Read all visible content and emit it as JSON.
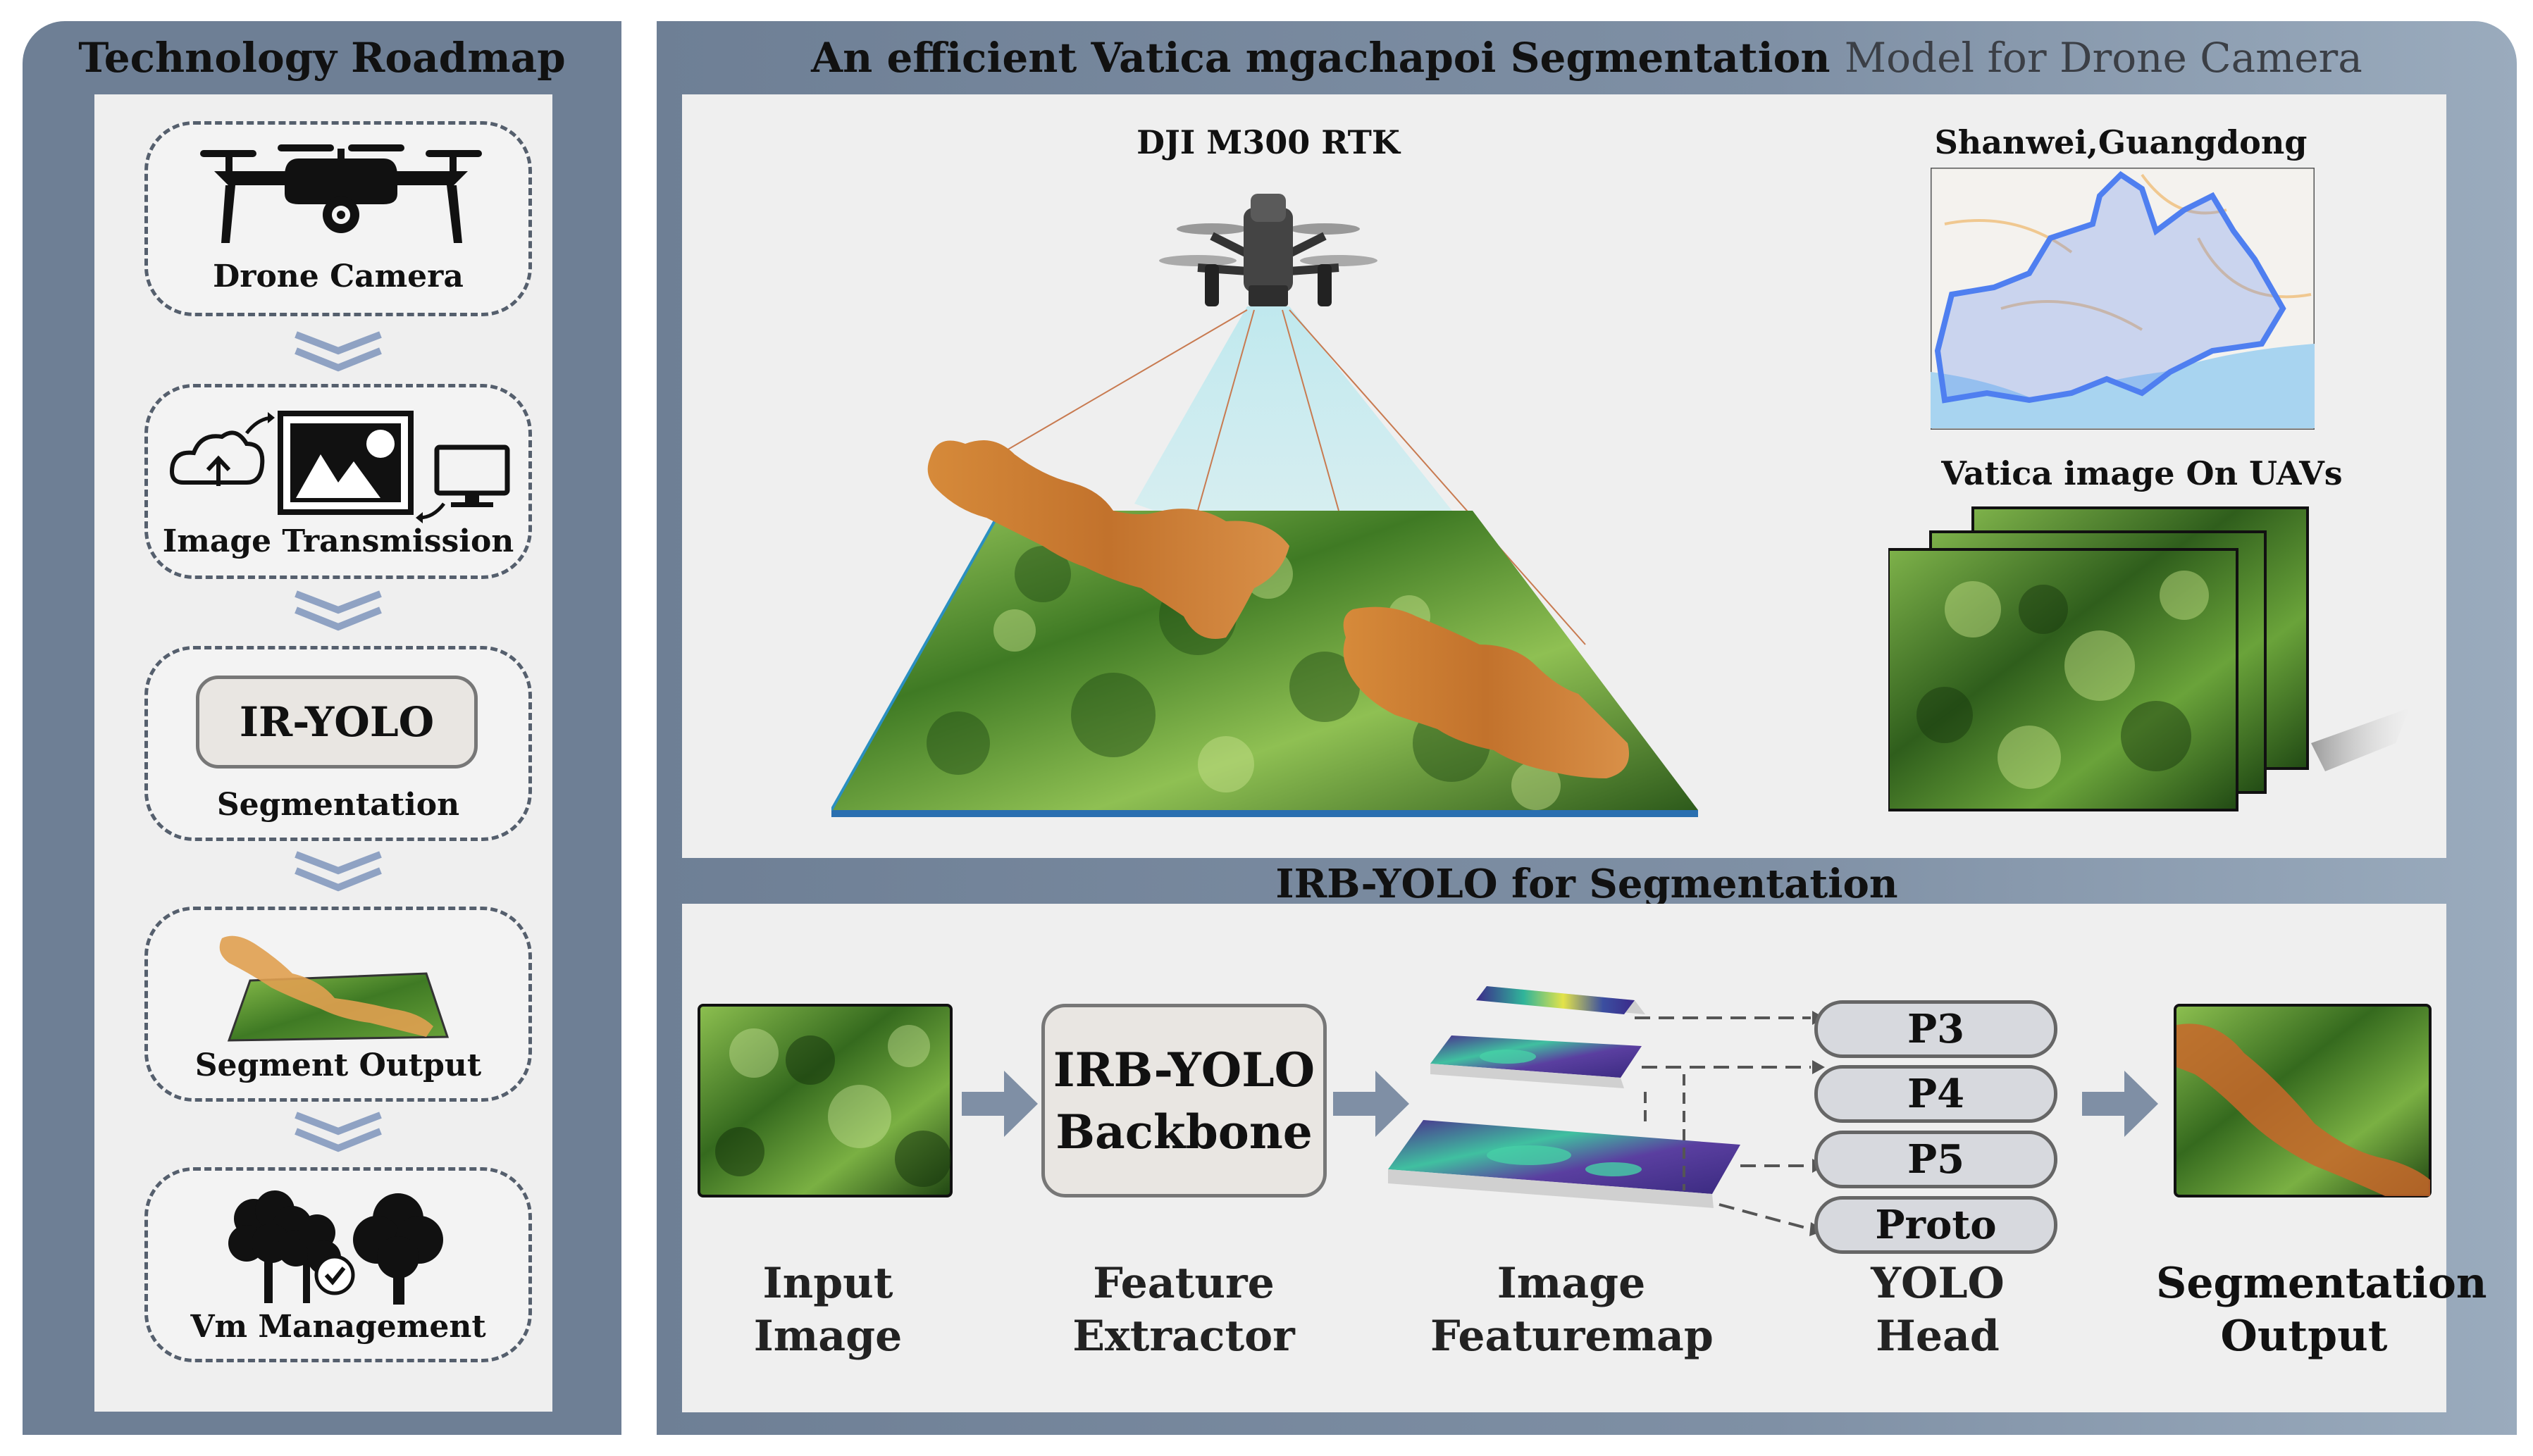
{
  "left": {
    "title": "Technology Roadmap",
    "steps": [
      {
        "label": "Drone Camera",
        "icon": "drone-icon"
      },
      {
        "label": "Image Transmission",
        "icon": "image-transmission-icon"
      },
      {
        "label": "Segmentation",
        "box_label": "IR-YOLO"
      },
      {
        "label": "Segment Output",
        "icon": "segment-output-icon"
      },
      {
        "label": "Vm Management",
        "icon": "trees-icon"
      }
    ]
  },
  "top": {
    "title_dark": "An efficient Vatica mgachapoi Segmentation",
    "title_light": "Model for Drone Camera",
    "drone_label": "DJI M300 RTK",
    "map_label": "Shanwei,Guangdong",
    "uav_label": "Vatica image On UAVs"
  },
  "bottom": {
    "title": "IRB-YOLO for Segmentation",
    "backbone_line1": "IRB-YOLO",
    "backbone_line2": "Backbone",
    "heads": [
      "P3",
      "P4",
      "P5",
      "Proto"
    ],
    "captions": [
      {
        "line1": "Input",
        "line2": "Image"
      },
      {
        "line1": "Feature",
        "line2": "Extractor"
      },
      {
        "line1": "Image",
        "line2": "Featuremap"
      },
      {
        "line1": "YOLO",
        "line2": "Head"
      },
      {
        "line1": "Segmentation",
        "line2": "Output"
      }
    ]
  },
  "colors": {
    "panel": "#6e7f95",
    "inner": "#efefef",
    "forest_dark": "#2f5a1c",
    "forest_light": "#8bbf4c",
    "segment_orange": "#c8782e",
    "pill": "#d7d9de",
    "water": "#a8d4f0",
    "region": "#6b8ff0"
  }
}
